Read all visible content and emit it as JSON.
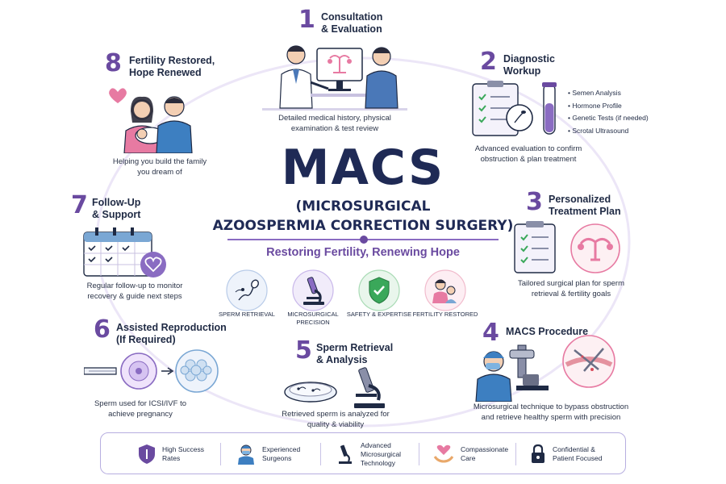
{
  "center": {
    "title": "MACS",
    "subtitle_line1": "(MICROSURGICAL",
    "subtitle_line2": "AZOOSPERMIA CORRECTION SURGERY)",
    "tagline": "Restoring Fertility, Renewing Hope"
  },
  "badges": [
    {
      "label": "Sperm Retrieval",
      "icon": "sperm-icon"
    },
    {
      "label": "Microsurgical Precision",
      "icon": "microscope-icon"
    },
    {
      "label": "Safety & Expertise",
      "icon": "shield-check-icon"
    },
    {
      "label": "Fertility Restored",
      "icon": "family-icon"
    }
  ],
  "steps": [
    {
      "num": "1",
      "title1": "Consultation",
      "title2": "& Evaluation",
      "desc1": "Detailed medical history, physical",
      "desc2": "examination & test review"
    },
    {
      "num": "2",
      "title1": "Diagnostic",
      "title2": "Workup",
      "desc1": "Advanced evaluation to confirm",
      "desc2": "obstruction & plan treatment",
      "tests": [
        "Semen Analysis",
        "Hormone Profile",
        "Genetic Tests (if needed)",
        "Scrotal Ultrasound"
      ]
    },
    {
      "num": "3",
      "title1": "Personalized",
      "title2": "Treatment Plan",
      "desc1": "Tailored surgical plan for sperm",
      "desc2": "retrieval & fertility goals"
    },
    {
      "num": "4",
      "title1": "MACS Procedure",
      "title2": "",
      "desc1": "Microsurgical technique to bypass obstruction",
      "desc2": "and retrieve healthy sperm with precision"
    },
    {
      "num": "5",
      "title1": "Sperm Retrieval",
      "title2": "& Analysis",
      "desc1": "Retrieved sperm is analyzed for",
      "desc2": "quality & viability"
    },
    {
      "num": "6",
      "title1": "Assisted Reproduction",
      "title2": "(If Required)",
      "desc1": "Sperm used for ICSI/IVF to",
      "desc2": "achieve pregnancy"
    },
    {
      "num": "7",
      "title1": "Follow-Up",
      "title2": "& Support",
      "desc1": "Regular follow-up to monitor",
      "desc2": "recovery & guide next steps"
    },
    {
      "num": "8",
      "title1": "Fertility Restored,",
      "title2": "Hope Renewed",
      "desc1": "Helping you build the family",
      "desc2": "you dream of"
    }
  ],
  "features": [
    {
      "line1": "High Success",
      "line2": "Rates",
      "line3": "",
      "icon": "shield-icon"
    },
    {
      "line1": "Experienced",
      "line2": "Surgeons",
      "line3": "",
      "icon": "surgeon-icon"
    },
    {
      "line1": "Advanced",
      "line2": "Microsurgical",
      "line3": "Technology",
      "icon": "microscope-icon"
    },
    {
      "line1": "Compassionate",
      "line2": "Care",
      "line3": "",
      "icon": "heart-hands-icon"
    },
    {
      "line1": "Confidential &",
      "line2": "Patient Focused",
      "line3": "",
      "icon": "lock-icon"
    }
  ],
  "colors": {
    "primary": "#1f2a55",
    "accent": "#6a4aa0",
    "light_accent": "#e6dcf5",
    "green": "#3aa85a",
    "pink": "#e77aa2"
  }
}
